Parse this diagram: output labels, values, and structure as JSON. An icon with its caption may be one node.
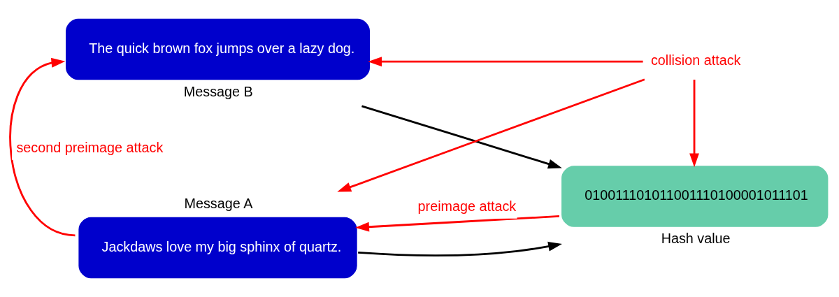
{
  "diagram": {
    "nodes": [
      {
        "text": [
          "Message A",
          "Jackdaws love my big sphinx of quartz."
        ]
      },
      {
        "text": [
          "The quick brown fox jumps over a lazy dog.",
          "Message B"
        ]
      },
      {
        "text": [
          "010011101011001110100001011101",
          "Hash value"
        ]
      },
      {
        "text": [
          "collision attack"
        ]
      }
    ],
    "edges": [
      {
        "from": 0,
        "to": 2,
        "arrow": "to",
        "color": "#000000"
      },
      {
        "from": 1,
        "to": 2,
        "arrow": "to",
        "color": "#000000"
      },
      {
        "from": 2,
        "to": 0,
        "arrow": "to",
        "label": "preimage attack"
      },
      {
        "from": 0,
        "to": 1,
        "arrow": "to",
        "label": "second preimage attack"
      },
      {
        "from": 3,
        "to": 0,
        "arrow": "to"
      },
      {
        "from": 3,
        "to": 1,
        "arrow": "to"
      },
      {
        "from": 3,
        "to": 2,
        "arrow": "to"
      }
    ]
  }
}
